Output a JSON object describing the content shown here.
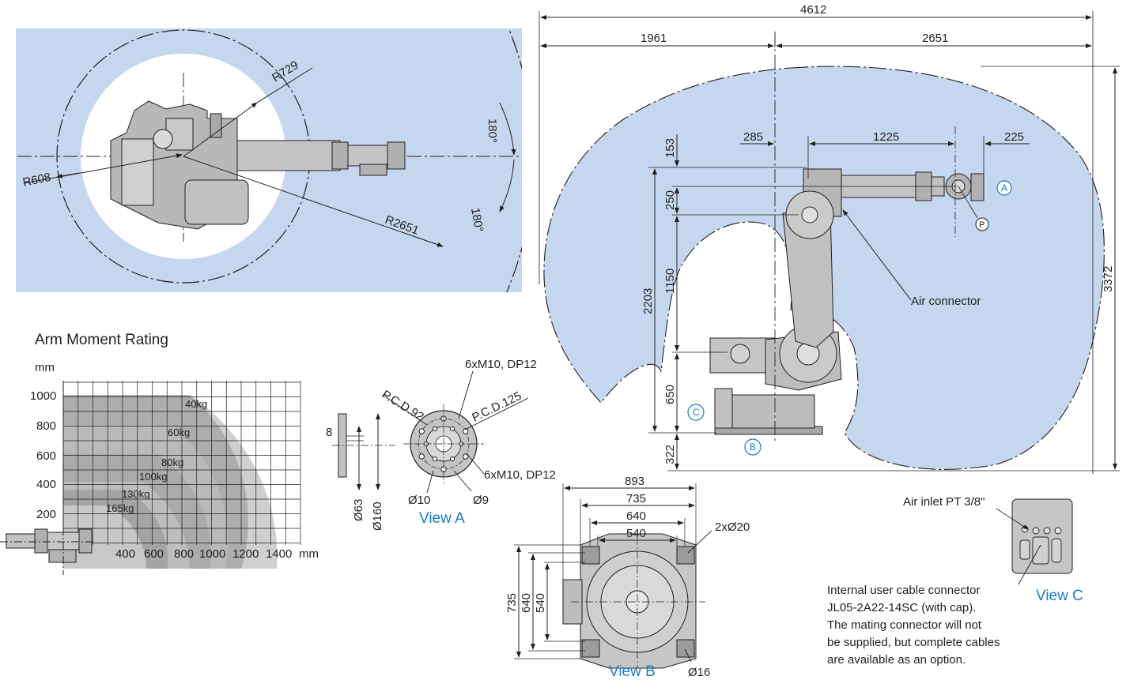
{
  "colors": {
    "envelope": "#c5d7ee",
    "blue_text": "#1a7dc2",
    "robot_fill": "#b8b8b8",
    "band_dark": "#8c8c8c",
    "band_light": "#cfcfcf",
    "line": "#231f20"
  },
  "top_view": {
    "radius_729": "R729",
    "radius_608": "R608",
    "radius_2651": "R2651",
    "angle_upper": "180°",
    "angle_lower": "180°"
  },
  "side_view": {
    "overall_width": "4612",
    "left_width": "1961",
    "right_width": "2651",
    "offset_285": "285",
    "length_1225": "1225",
    "length_225": "225",
    "h_153": "153",
    "h_250": "250",
    "h_1150": "1150",
    "h_2203": "2203",
    "h_650": "650",
    "h_322": "322",
    "overall_height": "3372",
    "air_connector": "Air connector",
    "marker_a": "A",
    "marker_p": "P",
    "marker_b": "B",
    "marker_c": "C"
  },
  "moment_chart": {
    "title": "Arm Moment Rating",
    "y_unit": "mm",
    "x_unit": "mm",
    "y_ticks": [
      "1000",
      "800",
      "600",
      "400",
      "200"
    ],
    "x_ticks": [
      "400",
      "600",
      "800",
      "1000",
      "1200",
      "1400"
    ],
    "bands": [
      "40kg",
      "60kg",
      "80kg",
      "100kg",
      "130kg",
      "165kg"
    ]
  },
  "view_a": {
    "caption": "View A",
    "thread_top": "6xM10, DP12",
    "thread_bottom": "6xM10, DP12",
    "pcd_92": "P.C.D.92",
    "pcd_125": "P.C.D.125",
    "dim_8": "8",
    "dia_63": "Ø63",
    "dia_160": "Ø160",
    "dia_10": "Ø10",
    "dia_9": "Ø9"
  },
  "view_b": {
    "caption": "View B",
    "w_893": "893",
    "w_735": "735",
    "w_640": "640",
    "w_540": "540",
    "holes": "2xØ20",
    "h_735": "735",
    "h_640": "640",
    "h_540": "540",
    "dia_16": "Ø16"
  },
  "view_c": {
    "caption": "View C",
    "air_inlet": "Air inlet PT 3/8\"",
    "note_lines": [
      "Internal user cable connector",
      "JL05-2A22-14SC (with cap).",
      "The mating connector will not",
      "be supplied, but complete cables",
      "are available as an option."
    ]
  }
}
